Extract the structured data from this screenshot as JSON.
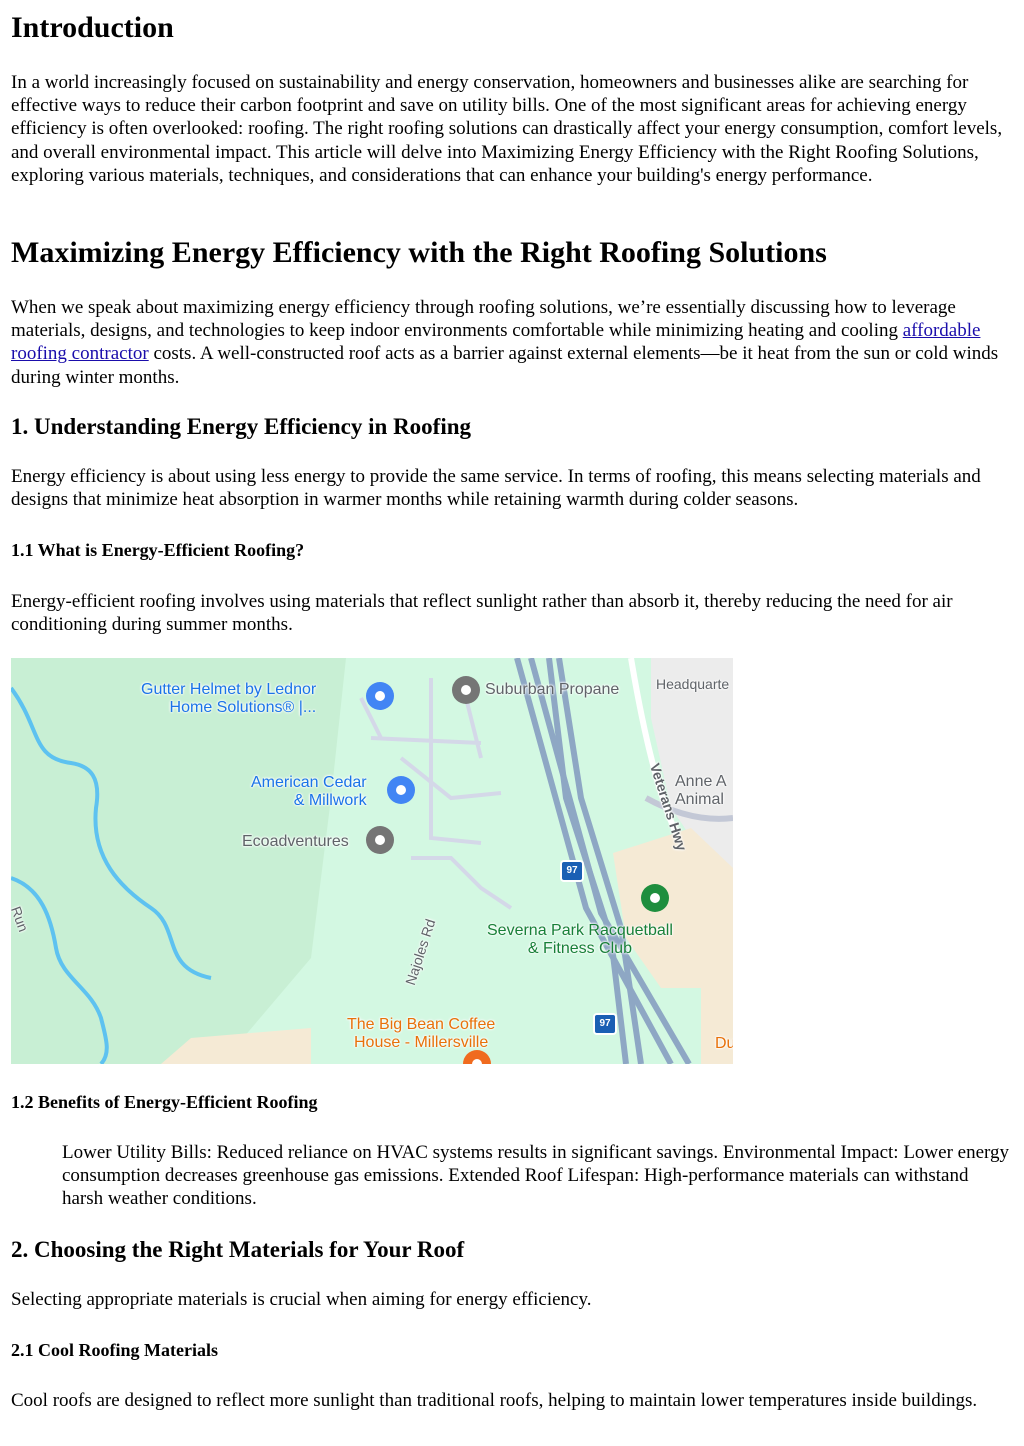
{
  "intro": {
    "heading": "Introduction",
    "paragraph": "In a world increasingly focused on sustainability and energy conservation, homeowners and businesses alike are searching for effective ways to reduce their carbon footprint and save on utility bills. One of the most significant areas for achieving energy efficiency is often overlooked: roofing. The right roofing solutions can drastically affect your energy consumption, comfort levels, and overall environmental impact. This article will delve into Maximizing Energy Efficiency with the Right Roofing Solutions, exploring various materials, techniques, and considerations that can enhance your building's energy performance."
  },
  "main": {
    "heading": "Maximizing Energy Efficiency with the Right Roofing Solutions",
    "paragraph_before_link": "When we speak about maximizing energy efficiency through roofing solutions, we’re essentially discussing how to leverage materials, designs, and technologies to keep indoor environments comfortable while minimizing heating and cooling ",
    "link_text": "affordable roofing contractor",
    "paragraph_after_link": " costs. A well-constructed roof acts as a barrier against external elements—be it heat from the sun or cold winds during winter months."
  },
  "section1": {
    "heading": "1. Understanding Energy Efficiency in Roofing",
    "paragraph": "Energy efficiency is about using less energy to provide the same service. In terms of roofing, this means selecting materials and designs that minimize heat absorption in warmer months while retaining warmth during colder seasons.",
    "sub1": {
      "heading": "1.1 What is Energy-Efficient Roofing?",
      "paragraph": "Energy-efficient roofing involves using materials that reflect sunlight rather than absorb it, thereby reducing the need for air conditioning during summer months."
    },
    "sub2": {
      "heading": "1.2 Benefits of Energy-Efficient Roofing",
      "paragraph": "Lower Utility Bills: Reduced reliance on HVAC systems results in significant savings. Environmental Impact: Lower energy consumption decreases greenhouse gas emissions. Extended Roof Lifespan: High-performance materials can withstand harsh weather conditions."
    }
  },
  "map": {
    "labels": {
      "gutter_helmet_1": "Gutter Helmet by Lednor",
      "gutter_helmet_2": "Home Solutions® |...",
      "suburban_propane": "Suburban Propane",
      "headquarters": "Headquarte",
      "american_cedar_1": "American Cedar",
      "american_cedar_2": "& Millwork",
      "anne_1": "Anne A",
      "anne_2": "Animal",
      "veterans_hwy": "Veterans Hwy",
      "ecoadventures": "Ecoadventures",
      "severna_1": "Severna Park Racquetball",
      "severna_2": "& Fitness Club",
      "najoles_rd": "Najoles Rd",
      "run": "Run",
      "big_bean_1": "The Big Bean Coffee",
      "big_bean_2": "House - Millersville",
      "du": "Du",
      "route_97_a": "97",
      "route_97_b": "97"
    },
    "colors": {
      "park": "#d3f8e2",
      "woods": "#c8efd4",
      "water": "#5ec2f0",
      "highway": "#8ea7c4",
      "local_road": "#d4d8e8",
      "urban": "#f5ead5",
      "developed": "#ececec",
      "shopping_pin": "#4285f4",
      "place_pin": "#757575",
      "fitness_pin": "#1e8e3e",
      "food_pin": "#f06b1f"
    },
    "icons": [
      "shopping-bag-icon",
      "location-pin-icon",
      "graduation-cap-icon",
      "fitness-pin-icon",
      "restaurant-pin-icon",
      "interstate-shield-icon"
    ]
  },
  "section2": {
    "heading": "2. Choosing the Right Materials for Your Roof",
    "paragraph": "Selecting appropriate materials is crucial when aiming for energy efficiency.",
    "sub1": {
      "heading": "2.1 Cool Roofing Materials",
      "paragraph": "Cool roofs are designed to reflect more sunlight than traditional roofs, helping to maintain lower temperatures inside buildings."
    }
  }
}
